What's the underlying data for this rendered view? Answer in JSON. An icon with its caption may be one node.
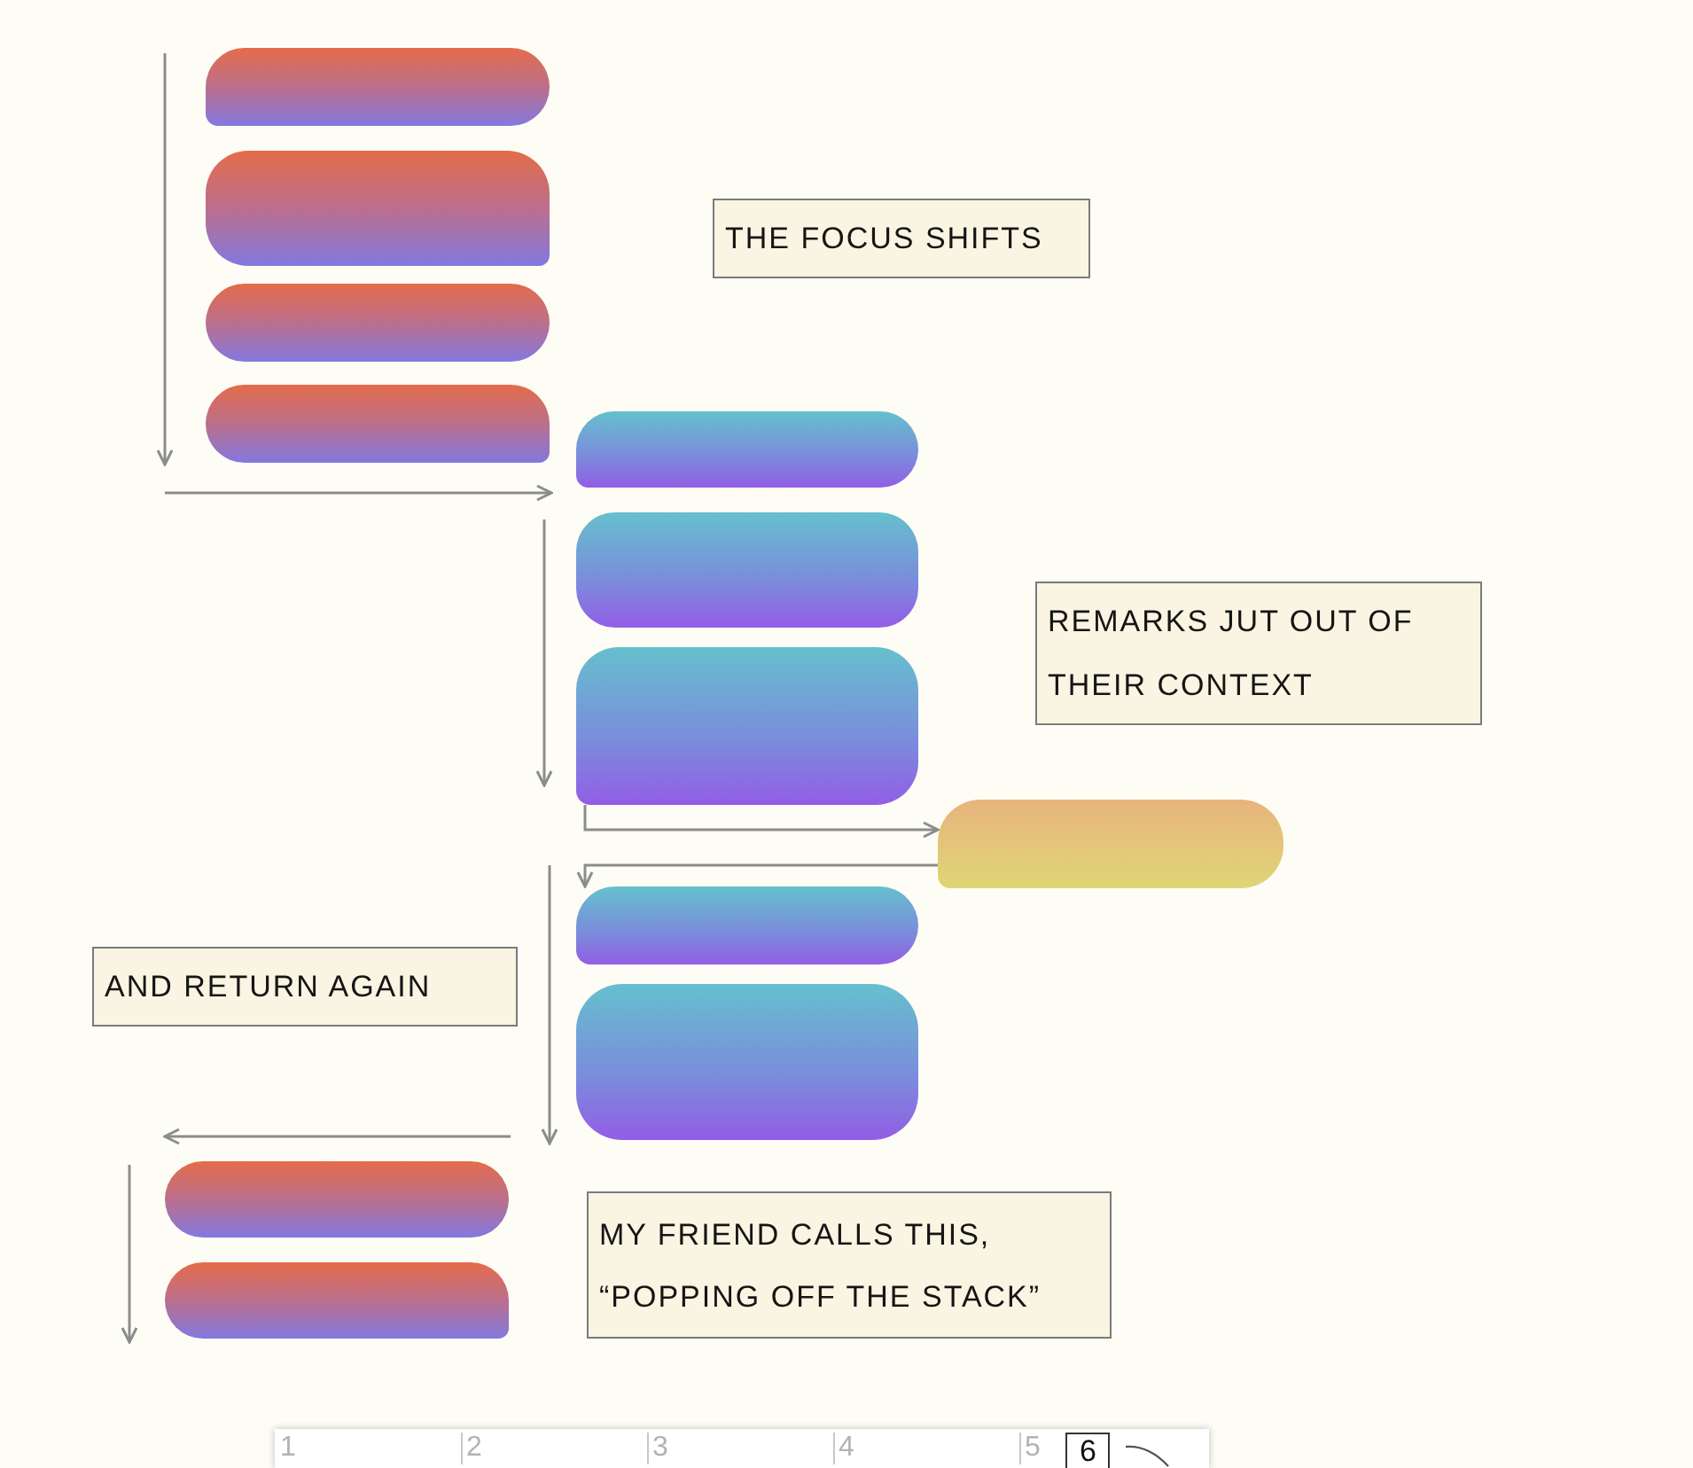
{
  "diagram": {
    "nodes": [
      {
        "text": [],
        "shape": "box"
      },
      {
        "text": [],
        "shape": "box"
      },
      {
        "text": [],
        "shape": "box"
      },
      {
        "text": [],
        "shape": "box"
      },
      {
        "text": [
          "THE FOCUS SHIFTS"
        ]
      },
      {
        "text": [],
        "shape": "box"
      },
      {
        "text": [],
        "shape": "box"
      },
      {
        "text": [],
        "shape": "box"
      },
      {
        "text": [
          "REMARKS JUT OUT OF THEIR CONTEXT"
        ]
      },
      {
        "text": [],
        "shape": "box"
      },
      {
        "text": [],
        "shape": "box"
      },
      {
        "text": [],
        "shape": "box"
      },
      {
        "text": [
          "AND RETURN AGAIN"
        ]
      },
      {
        "text": [],
        "shape": "box"
      },
      {
        "text": [],
        "shape": "box"
      },
      {
        "text": [
          "MY FRIEND CALLS THIS, “POPPING OFF THE STACK”"
        ]
      }
    ],
    "edges": [
      {
        "from": 7,
        "to": 9,
        "arrow": "to"
      },
      {
        "from": 9,
        "to": 10,
        "arrow": "to"
      }
    ],
    "labels": [
      "1",
      "2",
      "3",
      "4",
      "5",
      "6"
    ]
  }
}
